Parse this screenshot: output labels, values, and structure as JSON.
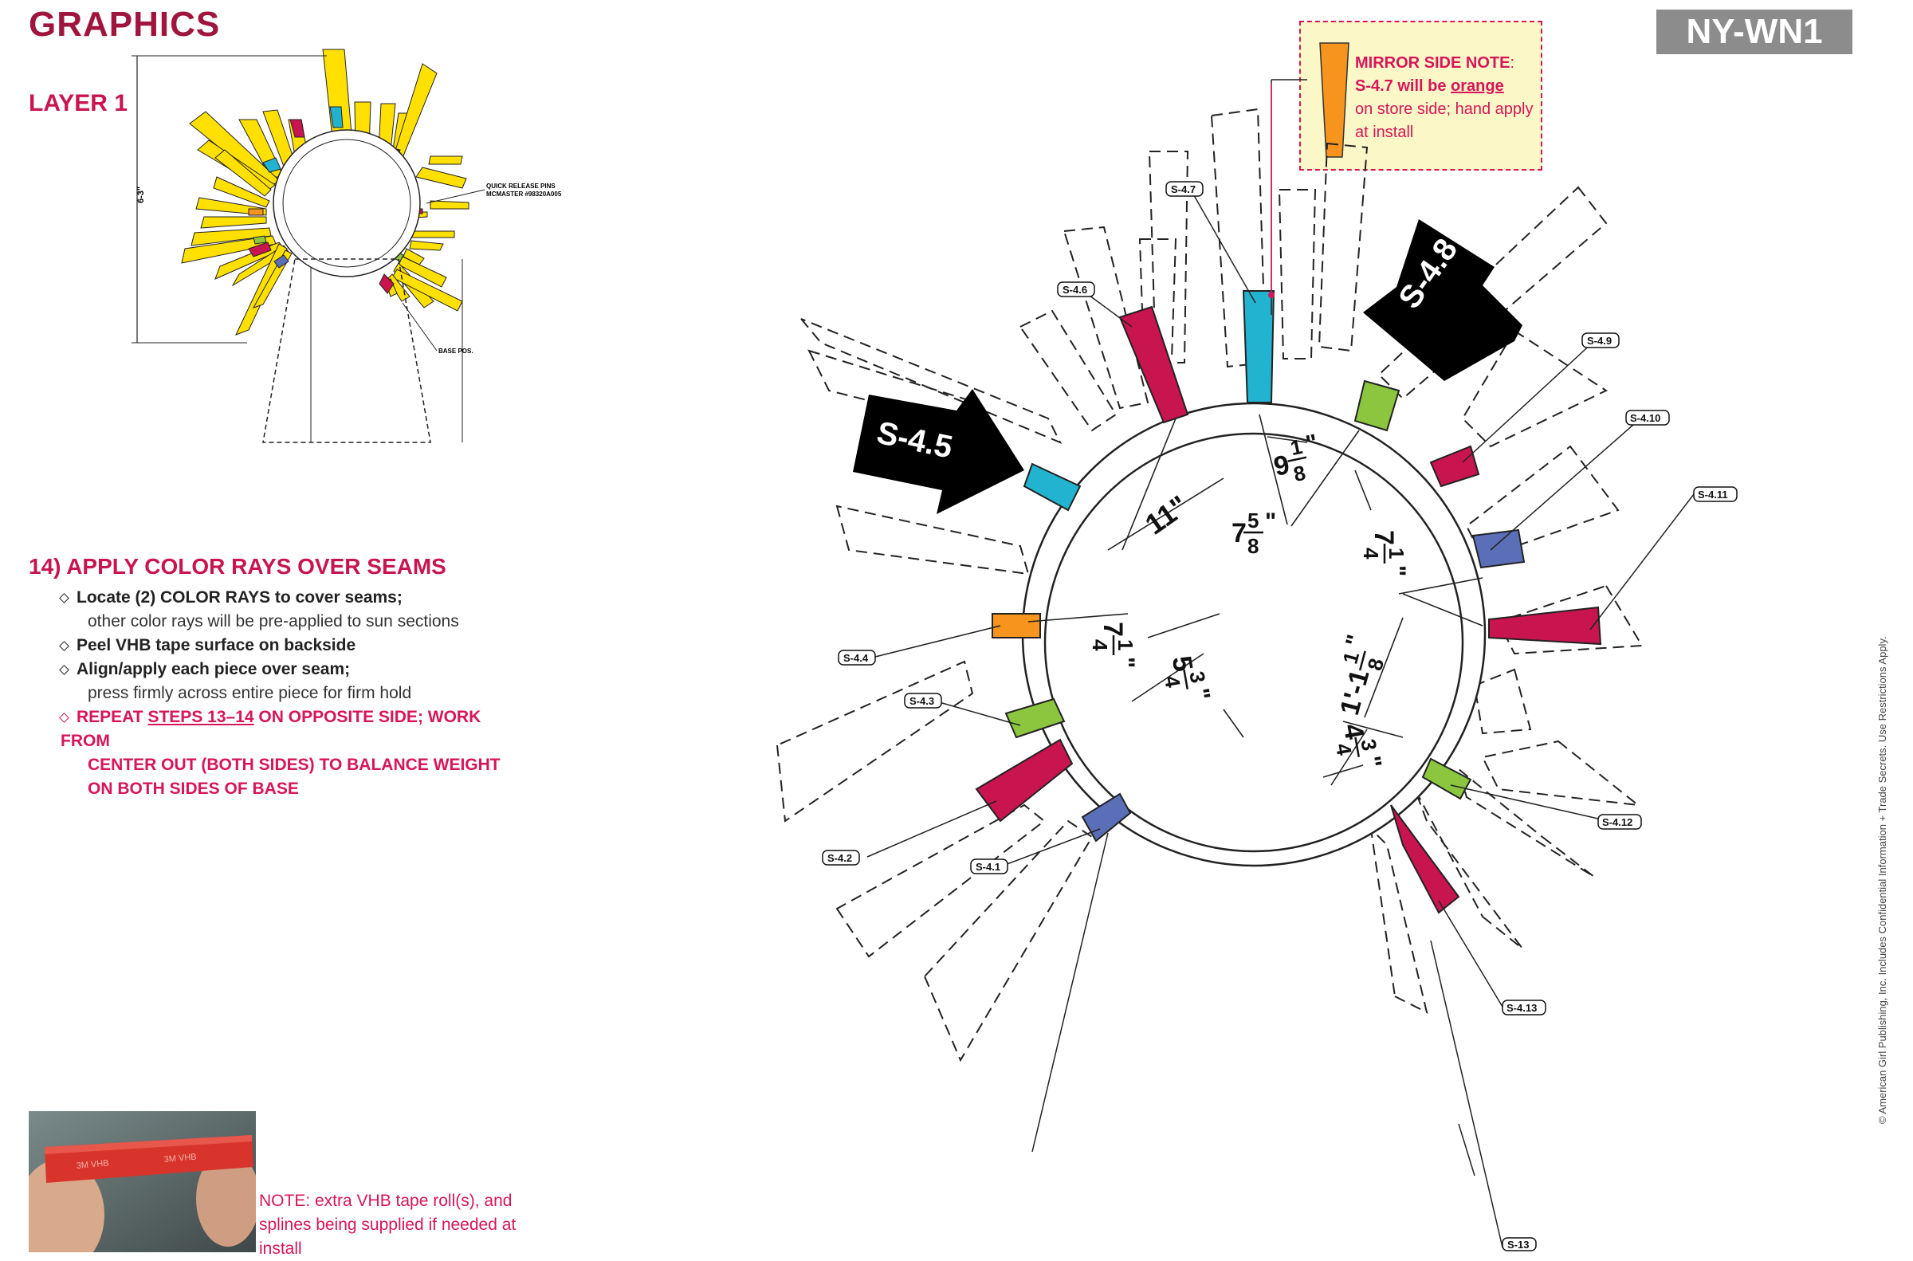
{
  "header": {
    "title": "GRAPHICS",
    "layer": "LAYER 1",
    "badge": "NY-WN1"
  },
  "side_notice": "© American Girl Publishing, Inc. Includes Confidential Information + Trade Secrets. Use Restrictions Apply.",
  "thumbnail": {
    "dimension": "6-3\"",
    "pins_label_1": "QUICK RELEASE PINS",
    "pins_label_2": "MCMASTER #98320A005",
    "base_label": "BASE POS."
  },
  "step": {
    "title": "14) APPLY COLOR RAYS OVER SEAMS",
    "b1_bold": "Locate (2) COLOR RAYS to cover seams;",
    "b1_sub": "other color rays will be pre-applied to sun sections",
    "b2_bold": "Peel VHB tape surface on backside",
    "b3_bold": "Align/apply each piece over seam;",
    "b3_sub": "press firmly across entire piece for firm hold",
    "b4_pre": "REPEAT ",
    "b4_link": "STEPS 13–14",
    "b4_post": " ON OPPOSITE SIDE; WORK FROM",
    "b4_l2": "CENTER OUT (BOTH SIDES) TO BALANCE WEIGHT",
    "b4_l3": "ON BOTH SIDES OF BASE"
  },
  "photo_tape_text": "3M VHB",
  "note": "NOTE: extra VHB tape roll(s), and splines being supplied if needed at install",
  "mirror_note": {
    "title": "MIRROR SIDE NOTE",
    "colon": ":",
    "l2_pre": "S-4.7 will be ",
    "l2_color": "orange",
    "l3": "on store side; hand apply at install"
  },
  "arrows": {
    "left": "S-4.5",
    "right": "S-4.8"
  },
  "dimensions": {
    "d1": "11\"",
    "d2_w": "9",
    "d2_n": "1",
    "d2_d": "8",
    "d3_w": "7",
    "d3_n": "5",
    "d3_d": "8",
    "d4_w": "7",
    "d4_n": "1",
    "d4_d": "4",
    "d5_w": "7",
    "d5_n": "1",
    "d5_d": "4",
    "d6_w": "5",
    "d6_n": "3",
    "d6_d": "4",
    "d7_w": "1'-1",
    "d7_n": "1",
    "d7_d": "8",
    "d8_w": "4",
    "d8_n": "3",
    "d8_d": "4"
  },
  "callouts": {
    "c47": "S-4.7",
    "c46": "S-4.6",
    "c49": "S-4.9",
    "c410": "S-4.10",
    "c411": "S-4.11",
    "c44": "S-4.4",
    "c43": "S-4.3",
    "c42": "S-4.2",
    "c41": "S-4.1",
    "c412": "S-4.12",
    "c413": "S-4.13",
    "c13": "S-13"
  },
  "colors": {
    "crimson": "#c8154f",
    "cyan": "#22b3d0",
    "green": "#8cc63f",
    "blue": "#5b6fb8",
    "orange": "#f7941d",
    "yellow": "#ffe000"
  }
}
